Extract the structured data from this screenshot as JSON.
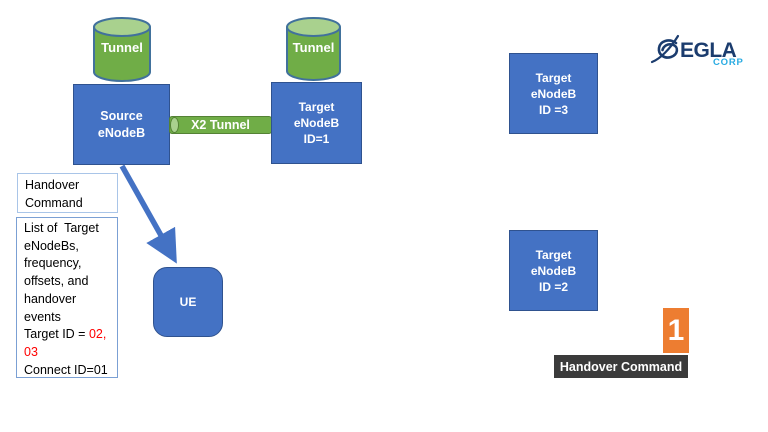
{
  "page": {
    "background": "#FFFFFF"
  },
  "colors": {
    "node_blue": "#4472C4",
    "node_blue_border": "#2F528F",
    "tunnel_green": "#70AD47",
    "tunnel_green_light": "#A9D18E",
    "tunnel_outline": "#41719C",
    "x2_green_border": "#548235",
    "callout_border_light": "#A9C5E8",
    "callout_border": "#7BA0D4",
    "red_text": "#FF0000",
    "step_orange": "#ED7D31",
    "label_dark_bg": "#3B3B3B",
    "arrow_blue": "#4472C4",
    "logo_navy": "#1B3C6E",
    "logo_cyan": "#29ABE2"
  },
  "nodes": {
    "tunnel_left": {
      "label": "Tunnel"
    },
    "tunnel_right": {
      "label": "Tunnel"
    },
    "source_enodeb": {
      "line1": "Source",
      "line2": "eNodeB"
    },
    "x2_tunnel": {
      "label": "X2 Tunnel"
    },
    "target_enodeb_1": {
      "line1": "Target",
      "line2": "eNodeB",
      "line3": "ID=1"
    },
    "target_enodeb_3": {
      "line1": "Target",
      "line2": "eNodeB",
      "line3": "ID =3"
    },
    "target_enodeb_2": {
      "line1": "Target",
      "line2": "eNodeB",
      "line3": "ID =2"
    },
    "ue": {
      "label": "UE"
    }
  },
  "callouts": {
    "handover_command": {
      "line1": "Handover",
      "line2": "Command"
    },
    "handover_details": {
      "lines": [
        "List of  Target",
        "eNodeBs,",
        "frequency,",
        "offsets, and",
        "handover",
        "events"
      ],
      "target_prefix": "Target ID = ",
      "target_red_1": "02,",
      "target_red_2": "03",
      "connect": "Connect ID=01"
    }
  },
  "annotations": {
    "step_number": "1",
    "handover_label": "Handover Command"
  },
  "logo": {
    "brand": "EGLA",
    "sub": "CORP"
  }
}
